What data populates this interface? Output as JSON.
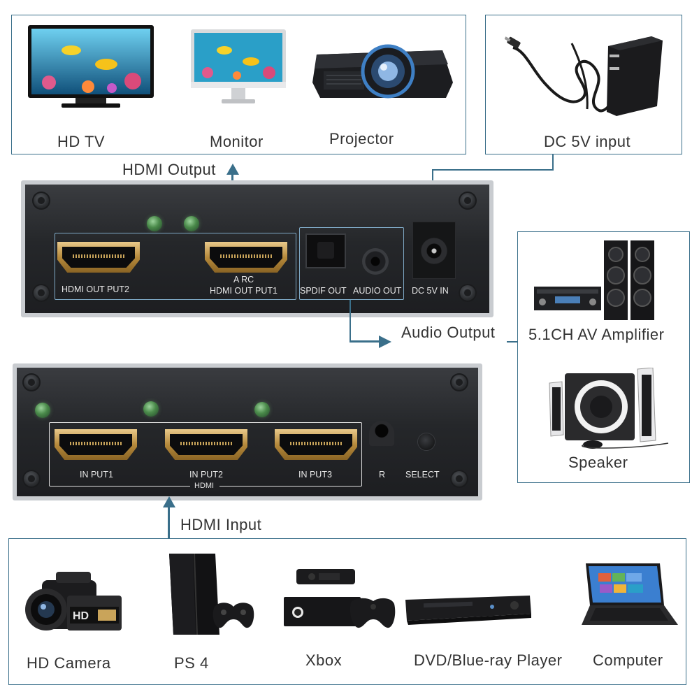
{
  "output_devices": [
    "HD TV",
    "Monitor",
    "Projector"
  ],
  "power": {
    "label": "DC 5V input"
  },
  "flow_labels": {
    "hdmi_output": "HDMI Output",
    "audio_output": "Audio Output",
    "hdmi_input": "HDMI Input"
  },
  "rear_panel": {
    "hdmi_out_2": "HDMI OUT PUT2",
    "arc": "A RC",
    "hdmi_out_1": "HDMI OUT PUT1",
    "spdif_out": "SPDIF OUT",
    "audio_out": "AUDIO OUT",
    "dc_in": "DC 5V IN"
  },
  "audio_devices": [
    "5.1CH AV Amplifier",
    "Speaker"
  ],
  "front_panel": {
    "input_1": "IN PUT1",
    "input_2": "IN PUT2",
    "input_3": "IN PUT3",
    "ir": "R",
    "select": "SELECT",
    "group": "HDMI"
  },
  "source_devices": [
    "HD Camera",
    "PS 4",
    "Xbox",
    "DVD/Blue-ray Player",
    "Computer"
  ],
  "colors": {
    "frame": "#3a6f8a",
    "led": "#5fae5f",
    "port_gold": "#c9a45a",
    "panel": "#25272a"
  }
}
